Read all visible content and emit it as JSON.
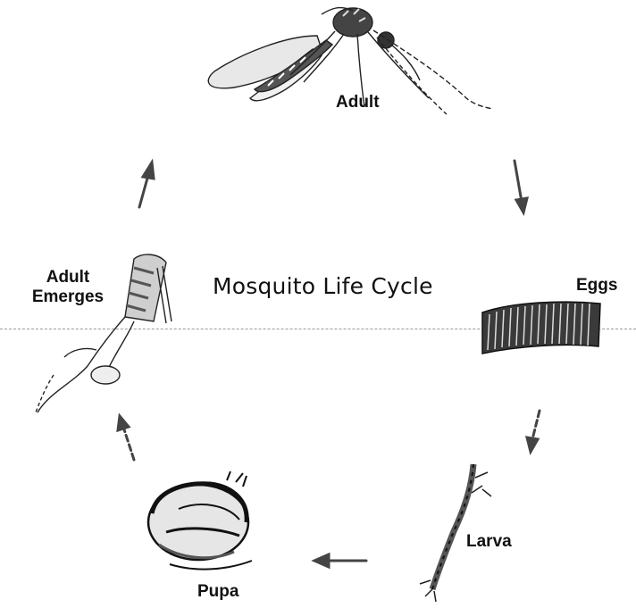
{
  "diagram": {
    "title": "Mosquito Life Cycle",
    "stages": {
      "adult": "Adult",
      "eggs": "Eggs",
      "larva": "Larva",
      "pupa": "Pupa",
      "adult_emerges_line1": "Adult",
      "adult_emerges_line2": "Emerges"
    },
    "icons": {
      "adult": "mosquito-icon",
      "eggs": "egg-raft-icon",
      "larva": "larva-icon",
      "pupa": "pupa-icon",
      "emerging": "emerging-adult-icon",
      "arrows": "cycle-arrow-icon"
    },
    "colors": {
      "ink": "#111111",
      "sketch": "#333333",
      "water": "#9a9a9a"
    }
  }
}
